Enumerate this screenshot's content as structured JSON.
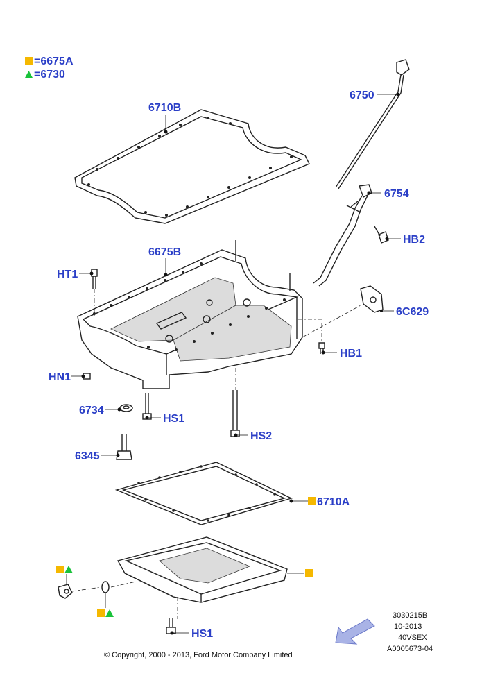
{
  "legend": [
    {
      "symbol": "square",
      "color": "#f5b800",
      "text": "=6675A"
    },
    {
      "symbol": "triangle",
      "color": "#19c23a",
      "text": "=6730"
    }
  ],
  "callouts": {
    "c6710B": "6710B",
    "c6750": "6750",
    "c6754": "6754",
    "cHB2": "HB2",
    "c6675B": "6675B",
    "cHT1": "HT1",
    "c6C629": "6C629",
    "cHB1": "HB1",
    "cHN1": "HN1",
    "c6734": "6734",
    "cHS1a": "HS1",
    "cHS2": "HS2",
    "c6345": "6345",
    "c6710A": "6710A",
    "cHS1b": "HS1"
  },
  "meta": {
    "line1": "3030215B",
    "line2": "10-2013",
    "line3": "40VSEX",
    "line4": "A0005673-04"
  },
  "copyright": "© Copyright, 2000 - 2013, Ford Motor Company Limited",
  "colors": {
    "label": "#2b3fc7",
    "square": "#f5b800",
    "triangle": "#19c23a",
    "arrow": "#a9b3e6"
  },
  "icons": {
    "orientation_arrow": "arrow-icon"
  }
}
